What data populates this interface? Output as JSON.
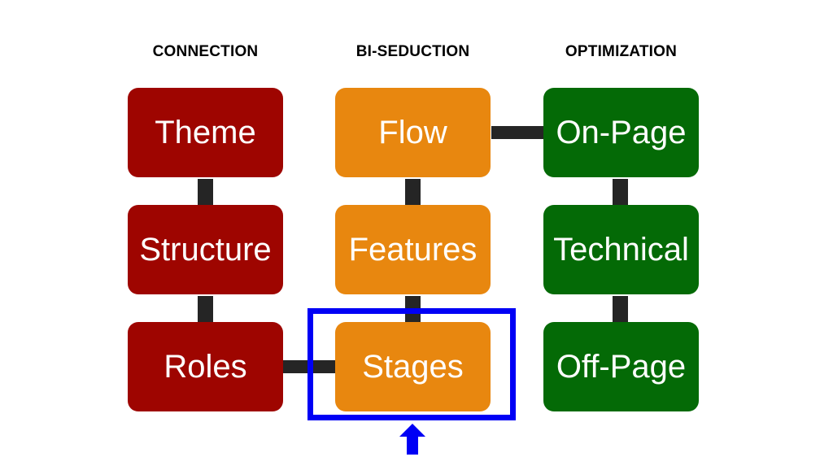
{
  "diagram": {
    "title_columns": [
      {
        "id": "connection",
        "label": "CONNECTION"
      },
      {
        "id": "bi-seduction",
        "label": "BI-SEDUCTION"
      },
      {
        "id": "optimization",
        "label": "OPTIMIZATION"
      }
    ],
    "columns": [
      {
        "id": "connection",
        "header": "CONNECTION",
        "color": "#9E0500",
        "nodes": [
          {
            "id": "theme",
            "label": "Theme"
          },
          {
            "id": "structure",
            "label": "Structure"
          },
          {
            "id": "roles",
            "label": "Roles"
          }
        ]
      },
      {
        "id": "bi-seduction",
        "header": "BI-SEDUCTION",
        "color": "#E8870F",
        "nodes": [
          {
            "id": "flow",
            "label": "Flow"
          },
          {
            "id": "features",
            "label": "Features"
          },
          {
            "id": "stages",
            "label": "Stages"
          }
        ]
      },
      {
        "id": "optimization",
        "header": "OPTIMIZATION",
        "color": "#046A06",
        "nodes": [
          {
            "id": "on-page",
            "label": "On-Page"
          },
          {
            "id": "technical",
            "label": "Technical"
          },
          {
            "id": "off-page",
            "label": "Off-Page"
          }
        ]
      }
    ],
    "connectors": [
      {
        "id": "theme-structure",
        "from": "theme",
        "to": "structure",
        "orientation": "vertical"
      },
      {
        "id": "structure-roles",
        "from": "structure",
        "to": "roles",
        "orientation": "vertical"
      },
      {
        "id": "flow-features",
        "from": "flow",
        "to": "features",
        "orientation": "vertical"
      },
      {
        "id": "features-stages",
        "from": "features",
        "to": "stages",
        "orientation": "vertical"
      },
      {
        "id": "on-page-technical",
        "from": "on-page",
        "to": "technical",
        "orientation": "vertical"
      },
      {
        "id": "technical-off-page",
        "from": "technical",
        "to": "off-page",
        "orientation": "vertical"
      },
      {
        "id": "flow-on-page",
        "from": "flow",
        "to": "on-page",
        "orientation": "horizontal"
      },
      {
        "id": "roles-stages",
        "from": "roles",
        "to": "stages",
        "orientation": "horizontal"
      }
    ],
    "annotations": {
      "highlight": {
        "target": "stages",
        "color": "#0000F5",
        "shape": "rectangle-outline"
      },
      "pointer": {
        "target": "stages",
        "color": "#0000F5",
        "shape": "arrow-up"
      }
    },
    "colors": {
      "connection": "#9E0500",
      "bi_seduction": "#E8870F",
      "optimization": "#046A06",
      "connector": "#252525",
      "highlight": "#0000F5",
      "node_text": "#ffffff",
      "header_text": "#000000",
      "background": "#ffffff"
    }
  }
}
